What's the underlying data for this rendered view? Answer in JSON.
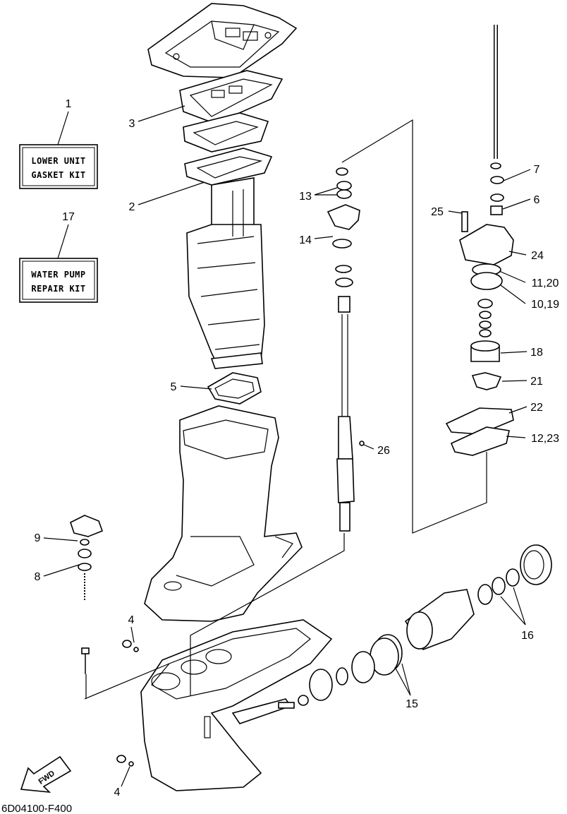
{
  "kits": [
    {
      "number": "1",
      "line1": "LOWER UNIT",
      "line2": "GASKET KIT"
    },
    {
      "number": "17",
      "line1": "WATER PUMP",
      "line2": "REPAIR KIT"
    }
  ],
  "callouts": {
    "c2": "2",
    "c3": "3",
    "c4a": "4",
    "c4b": "4",
    "c5": "5",
    "c6": "6",
    "c7": "7",
    "c8": "8",
    "c9": "9",
    "c10_19": "10,19",
    "c11_20": "11,20",
    "c12_23": "12,23",
    "c13": "13",
    "c14": "14",
    "c15": "15",
    "c16": "16",
    "c18": "18",
    "c21": "21",
    "c22": "22",
    "c24": "24",
    "c25": "25",
    "c26": "26"
  },
  "fwd_label": "FWD",
  "diagram_code": "6D04100-F400"
}
